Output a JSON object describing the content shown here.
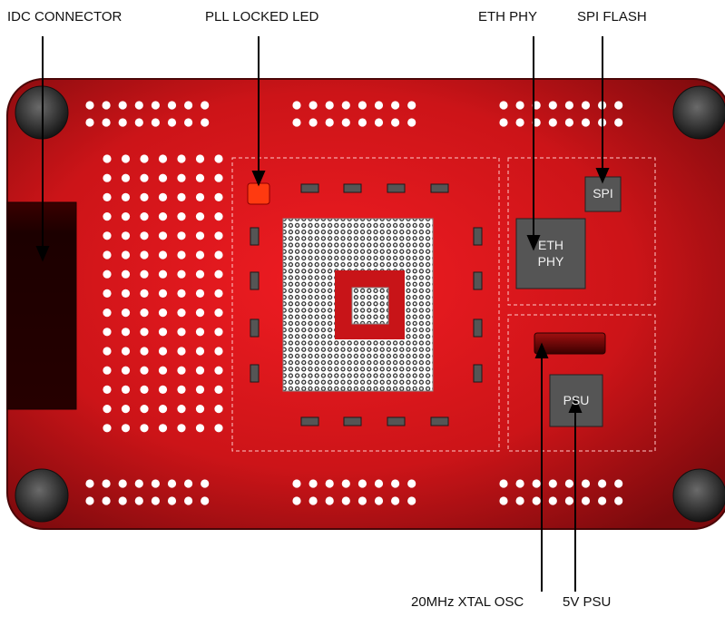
{
  "callouts": {
    "idc_connector": "IDC CONNECTOR",
    "pll_locked_led": "PLL LOCKED LED",
    "eth_phy": "ETH PHY",
    "spi_flash": "SPI FLASH",
    "xtal_osc": "20MHz XTAL OSC",
    "psu_5v": "5V PSU"
  },
  "chips": {
    "spi": "SPI",
    "eth_line1": "ETH",
    "eth_line2": "PHY",
    "psu": "PSU"
  },
  "colors": {
    "board": "#c8141a",
    "board_edge": "#5a0a0c",
    "led": "#ff3a10",
    "chip": "#555555",
    "connector": "#2a0000"
  }
}
